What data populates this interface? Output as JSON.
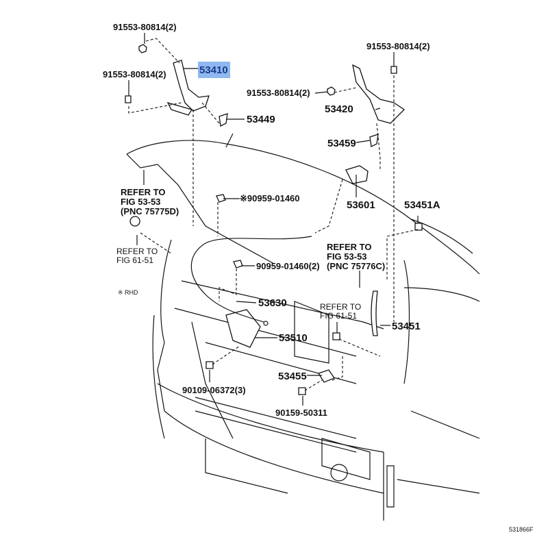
{
  "diagram": {
    "figure_code": "531866F",
    "highlight_color": "#8fb8f0",
    "labels": {
      "bolt_hinge_top_left": "91553-80814(2)",
      "bolt_hinge_left": "91553-80814(2)",
      "hinge_left": "53410",
      "bracket_53449": "53449",
      "bolt_hinge_top_right": "91553-80814(2)",
      "bolt_hinge_right": "91553-80814(2)",
      "hinge_right": "53420",
      "bracket_53459": "53459",
      "clip_rhd": "※90959-01460",
      "release_lever": "53601",
      "cushion_53451A": "53451A",
      "clip_2": "90959-01460(2)",
      "cable": "53630",
      "support_rod": "53451",
      "lock": "53510",
      "bracket_53455": "53455",
      "bolt_lock": "90109-06372(3)",
      "bolt_bracket": "90159-50311",
      "rhd_note": "※ RHD"
    },
    "refer_left_top": [
      "REFER TO",
      "FIG 53-53",
      "(PNC 75775D)"
    ],
    "refer_left_mid": [
      "REFER TO",
      "FIG  61-51"
    ],
    "refer_right_mid": [
      "REFER TO",
      "FIG 53-53",
      "(PNC 75776C)"
    ],
    "refer_center": [
      "REFER TO",
      "FIG  61-51"
    ]
  }
}
